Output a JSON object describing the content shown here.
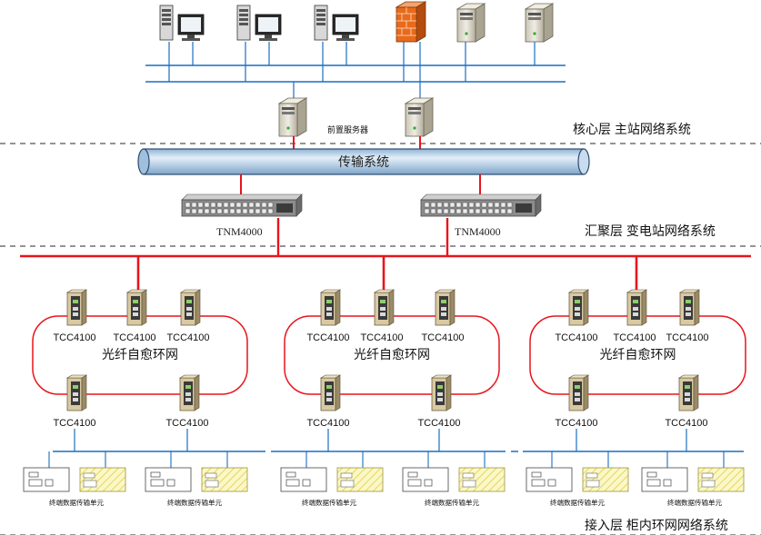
{
  "layers": {
    "core": "核心层 主站网络系统",
    "aggregation": "汇聚层 变电站网络系统",
    "access": "接入层 柜内环网网络系统"
  },
  "front_server_label": "前置服务器",
  "transport_label": "传输系统",
  "tnm": [
    "TNM4000",
    "TNM4000"
  ],
  "ring_label": "光纤自愈环网",
  "tcc_label": "TCC4100",
  "terminal_label": "终端数据传输单元",
  "colors": {
    "red": "#e8141c",
    "blue": "#1a6fc0",
    "pipe": "#b8d3ea",
    "firewall": "#e86a1a"
  }
}
